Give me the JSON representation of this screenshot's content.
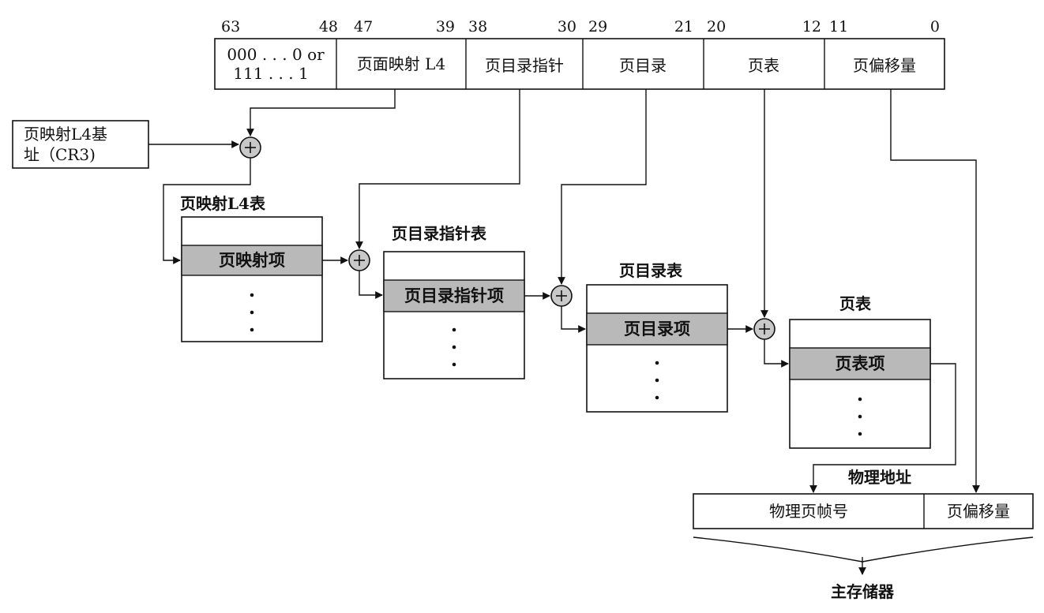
{
  "bit_numbers": [
    "63",
    "48",
    "47",
    "39",
    "38",
    "30",
    "29",
    "21",
    "20",
    "12",
    "11",
    "0"
  ],
  "address_fields": {
    "sign": [
      "000 . . . 0 or",
      "111 . . . 1"
    ],
    "pml4": "页面映射 L4",
    "pdpt": "页目录指针",
    "pd": "页目录",
    "pt": "页表",
    "offset": "页偏移量"
  },
  "cr3": [
    "页映射L4基",
    "址（CR3)"
  ],
  "tables": {
    "pml4": {
      "title": "页映射L4表",
      "entry": "页映射项"
    },
    "pdpt": {
      "title": "页目录指针表",
      "entry": "页目录指针项"
    },
    "pd": {
      "title": "页目录表",
      "entry": "页目录项"
    },
    "pt": {
      "title": "页表",
      "entry": "页表项"
    }
  },
  "physical": {
    "label": "物理地址",
    "frame": "物理页帧号",
    "offset": "页偏移量"
  },
  "memory": "主存储器"
}
